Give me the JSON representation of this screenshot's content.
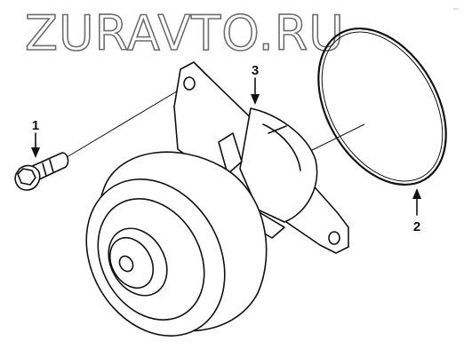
{
  "watermark": "ZURAVTO.RU",
  "corner_mark": "≈~",
  "callouts": {
    "bolt": "1",
    "gasket": "2",
    "pump": "3"
  }
}
